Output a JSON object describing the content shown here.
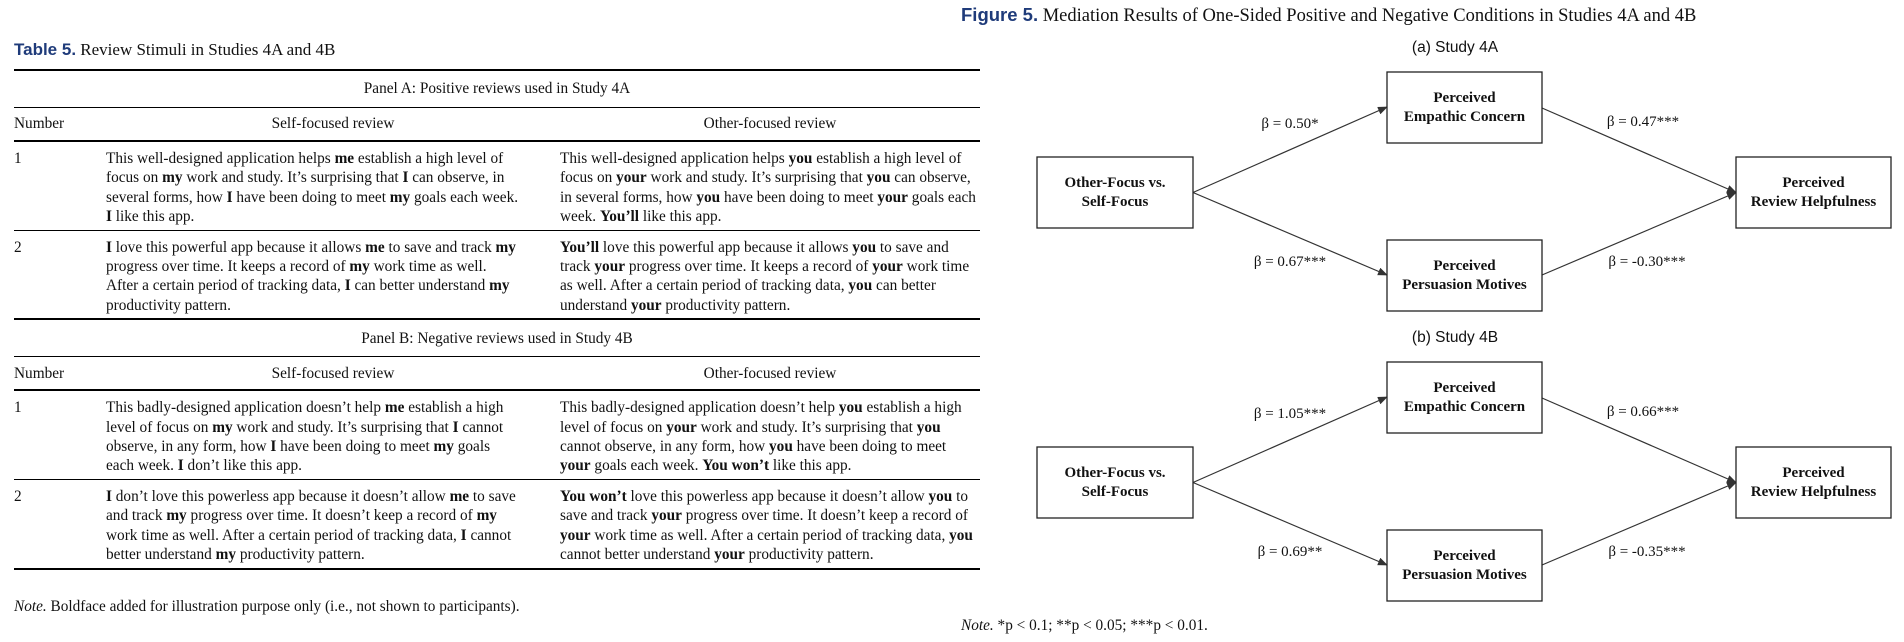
{
  "table": {
    "caption_label": "Table 5.",
    "caption_text": "Review Stimuli in Studies 4A and 4B",
    "columns": [
      "Number",
      "Self-focused review",
      "Other-focused review"
    ],
    "panels": [
      {
        "title": "Panel A: Positive reviews used in Study 4A",
        "rows": [
          {
            "number": "1",
            "self": [
              {
                "t": "This well-designed application helps "
              },
              {
                "t": "me",
                "b": true
              },
              {
                "t": " establish a high level of focus on "
              },
              {
                "t": "my",
                "b": true
              },
              {
                "t": " work and study. It’s surprising that "
              },
              {
                "t": "I",
                "b": true
              },
              {
                "t": " can observe, in several forms, how "
              },
              {
                "t": "I",
                "b": true
              },
              {
                "t": " have been doing to meet "
              },
              {
                "t": "my",
                "b": true
              },
              {
                "t": " goals each week. "
              },
              {
                "t": "I",
                "b": true
              },
              {
                "t": " like this app."
              }
            ],
            "other": [
              {
                "t": "This well-designed application helps "
              },
              {
                "t": "you",
                "b": true
              },
              {
                "t": " establish a high level of focus on "
              },
              {
                "t": "your",
                "b": true
              },
              {
                "t": " work and study. It’s surprising that "
              },
              {
                "t": "you",
                "b": true
              },
              {
                "t": " can observe, in several forms, how "
              },
              {
                "t": "you",
                "b": true
              },
              {
                "t": " have been doing to meet "
              },
              {
                "t": "your",
                "b": true
              },
              {
                "t": " goals each week. "
              },
              {
                "t": "You’ll",
                "b": true
              },
              {
                "t": " like this app."
              }
            ]
          },
          {
            "number": "2",
            "self": [
              {
                "t": "I",
                "b": true
              },
              {
                "t": " love this powerful app because it allows "
              },
              {
                "t": "me",
                "b": true
              },
              {
                "t": " to save and track "
              },
              {
                "t": "my",
                "b": true
              },
              {
                "t": " progress over time. It keeps a record of "
              },
              {
                "t": "my",
                "b": true
              },
              {
                "t": " work time as well. After a certain period of tracking data, "
              },
              {
                "t": "I",
                "b": true
              },
              {
                "t": " can better understand "
              },
              {
                "t": "my",
                "b": true
              },
              {
                "t": " productivity pattern."
              }
            ],
            "other": [
              {
                "t": "You’ll",
                "b": true
              },
              {
                "t": " love this powerful app because it allows "
              },
              {
                "t": "you",
                "b": true
              },
              {
                "t": " to save and track "
              },
              {
                "t": "your",
                "b": true
              },
              {
                "t": " progress over time. It keeps a record of "
              },
              {
                "t": "your",
                "b": true
              },
              {
                "t": " work time as well. After a certain period of tracking data, "
              },
              {
                "t": "you",
                "b": true
              },
              {
                "t": " can better understand "
              },
              {
                "t": "your",
                "b": true
              },
              {
                "t": " productivity pattern."
              }
            ]
          }
        ]
      },
      {
        "title": "Panel B: Negative reviews used in Study 4B",
        "rows": [
          {
            "number": "1",
            "self": [
              {
                "t": "This badly-designed application doesn’t help "
              },
              {
                "t": "me",
                "b": true
              },
              {
                "t": " establish a high level of focus on "
              },
              {
                "t": "my",
                "b": true
              },
              {
                "t": " work and study. It’s surprising that "
              },
              {
                "t": "I",
                "b": true
              },
              {
                "t": " cannot observe, in any form, how "
              },
              {
                "t": "I",
                "b": true
              },
              {
                "t": " have been doing to meet "
              },
              {
                "t": "my",
                "b": true
              },
              {
                "t": " goals each week. "
              },
              {
                "t": "I",
                "b": true
              },
              {
                "t": " don’t like this app."
              }
            ],
            "other": [
              {
                "t": "This badly-designed application doesn’t help "
              },
              {
                "t": "you",
                "b": true
              },
              {
                "t": " establish a high level of focus on "
              },
              {
                "t": "your",
                "b": true
              },
              {
                "t": " work and study. It’s surprising that "
              },
              {
                "t": "you",
                "b": true
              },
              {
                "t": " cannot observe, in any form, how "
              },
              {
                "t": "you",
                "b": true
              },
              {
                "t": " have been doing to meet "
              },
              {
                "t": "your",
                "b": true
              },
              {
                "t": " goals each week. "
              },
              {
                "t": "You won’t",
                "b": true
              },
              {
                "t": " like this app."
              }
            ]
          },
          {
            "number": "2",
            "self": [
              {
                "t": "I",
                "b": true
              },
              {
                "t": " don’t love this powerless app because it doesn’t allow "
              },
              {
                "t": "me",
                "b": true
              },
              {
                "t": " to save and track "
              },
              {
                "t": "my",
                "b": true
              },
              {
                "t": " progress over time. It doesn’t keep a record of "
              },
              {
                "t": "my",
                "b": true
              },
              {
                "t": " work time as well. After a certain period of tracking data, "
              },
              {
                "t": "I",
                "b": true
              },
              {
                "t": " cannot better understand "
              },
              {
                "t": "my",
                "b": true
              },
              {
                "t": " productivity pattern."
              }
            ],
            "other": [
              {
                "t": "You won’t",
                "b": true
              },
              {
                "t": " love this powerless app because it doesn’t allow "
              },
              {
                "t": "you",
                "b": true
              },
              {
                "t": " to save and track "
              },
              {
                "t": "your",
                "b": true
              },
              {
                "t": " progress over time. It doesn’t keep a record of "
              },
              {
                "t": "your",
                "b": true
              },
              {
                "t": " work time as well. After a certain period of tracking data, "
              },
              {
                "t": "you",
                "b": true
              },
              {
                "t": " cannot better understand "
              },
              {
                "t": "your",
                "b": true
              },
              {
                "t": " productivity pattern."
              }
            ]
          }
        ]
      }
    ],
    "note_label": "Note.",
    "note_text": " Boldface added for illustration purpose only (i.e., not shown to participants)."
  },
  "figure": {
    "caption_label": "Figure 5.",
    "caption_text": "Mediation Results of One-Sided Positive and Negative Conditions in Studies 4A and 4B",
    "panels": [
      {
        "subtitle": "(a) Study 4A",
        "independent": [
          "Other-Focus vs.",
          "Self-Focus"
        ],
        "mediator_top": [
          "Perceived",
          "Empathic Concern"
        ],
        "mediator_bottom": [
          "Perceived",
          "Persuasion Motives"
        ],
        "dependent": [
          "Perceived",
          "Review Helpfulness"
        ],
        "paths": {
          "a1": "β = 0.50*",
          "b1": "β = 0.47***",
          "a2": "β = 0.67***",
          "b2": "β = -0.30***"
        }
      },
      {
        "subtitle": "(b) Study 4B",
        "independent": [
          "Other-Focus vs.",
          "Self-Focus"
        ],
        "mediator_top": [
          "Perceived",
          "Empathic Concern"
        ],
        "mediator_bottom": [
          "Perceived",
          "Persuasion Motives"
        ],
        "dependent": [
          "Perceived",
          "Review Helpfulness"
        ],
        "paths": {
          "a1": "β = 1.05***",
          "b1": "β = 0.66***",
          "a2": "β = 0.69**",
          "b2": "β = -0.35***"
        }
      }
    ],
    "note_label": "Note.",
    "note_text": " *p < 0.1; **p < 0.05; ***p < 0.01."
  },
  "colors": {
    "caption_label": "#1f3b7a"
  }
}
